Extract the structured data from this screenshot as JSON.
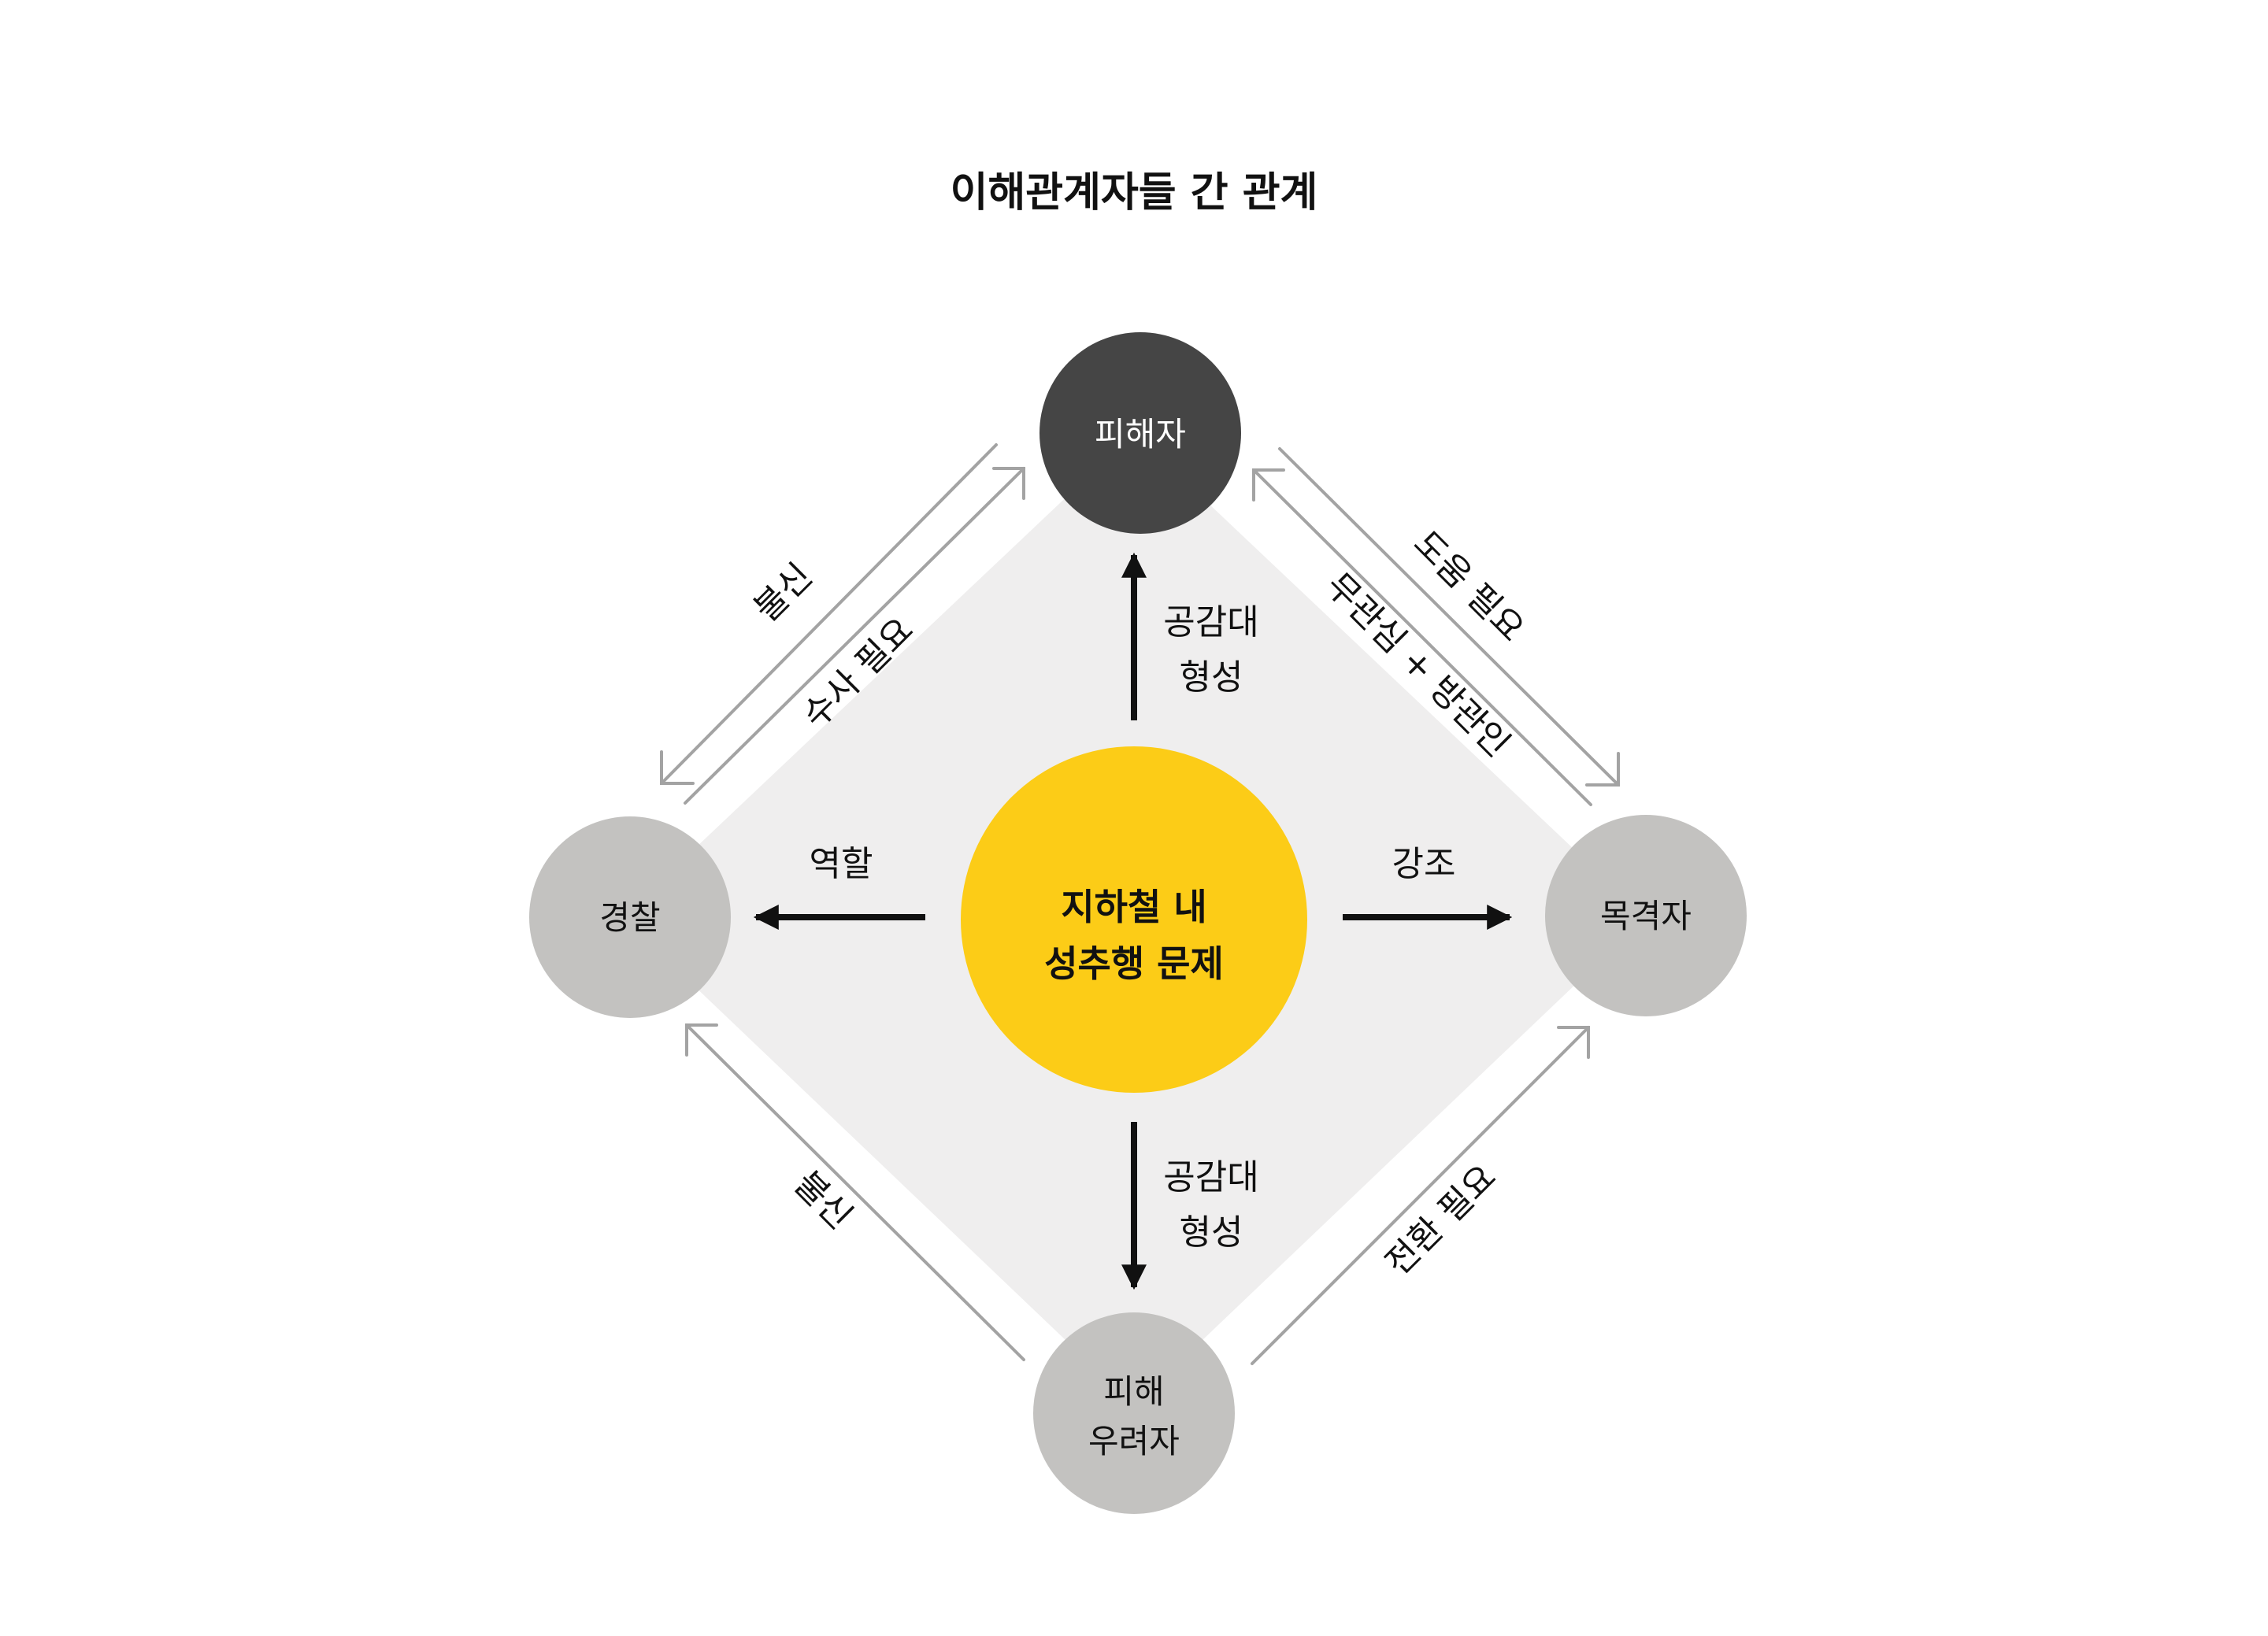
{
  "title": "이해관계자들 간 관계",
  "center": {
    "line1": "지하철 내",
    "line2": "성추행 문제"
  },
  "nodes": {
    "victim": {
      "label": "피해자"
    },
    "police": {
      "label": "경찰"
    },
    "witness": {
      "label": "목격자"
    },
    "potential": {
      "line1": "피해",
      "line2": "우려자"
    }
  },
  "center_edges": {
    "up": {
      "line1": "공감대",
      "line2": "형성"
    },
    "down": {
      "line1": "공감대",
      "line2": "형성"
    },
    "left": {
      "label": "역할"
    },
    "right": {
      "label": "강조"
    }
  },
  "outer_edges": {
    "victim_police_outer": "불신",
    "police_victim_inner": "수사 필요",
    "victim_witness_outer": "도움 필요",
    "witness_victim_inner": "무관심 + 방관인",
    "potential_police": "불신",
    "potential_witness": "전환 필요"
  },
  "colors": {
    "victim_fill": "#454545",
    "center_fill": "#fccc17",
    "peer_fill": "#c3c2c0",
    "diamond_fill": "#efeeee",
    "line_gray": "#a3a3a3",
    "arrow_black": "#111111"
  }
}
